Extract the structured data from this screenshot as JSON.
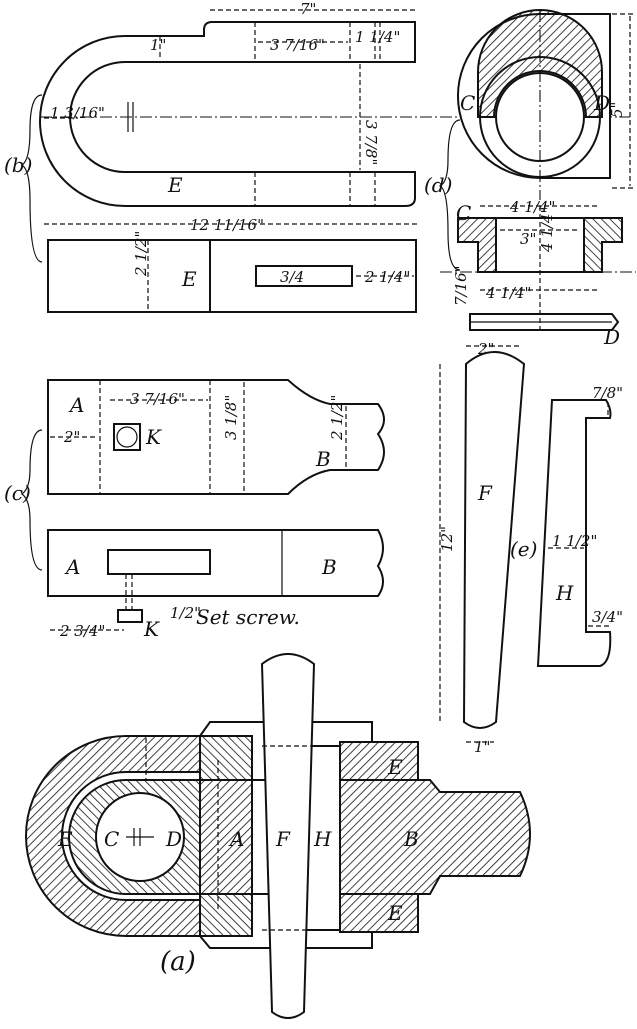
{
  "labels": {
    "view_a": "(a)",
    "view_b": "(b)",
    "view_c": "(c)",
    "view_d": "(d)",
    "view_e": "(e)",
    "A": "A",
    "B": "B",
    "C": "C",
    "D": "D",
    "E": "E",
    "F": "F",
    "H": "H",
    "K": "K",
    "set_screw": "Set screw."
  },
  "dims": {
    "strap_len_top": "7\"",
    "strap_inner": "3 7/16\"",
    "strap_end": "1 1/4\"",
    "strap_thk": "1\"",
    "strap_left": "1 3/16\"",
    "strap_gap": "3 7/8\"",
    "strap_total": "12 11/16\"",
    "strap_width": "2 1/2\"",
    "slot": "3/4",
    "slot_off": "2 1/4\"",
    "brass_h": "5\"",
    "brass_top": "4 1/4\"",
    "brass_bore": "3\"",
    "brass_side": "4 1/4\"",
    "brass_bot": "4 1/4\"",
    "brass_flange": "7/16\"",
    "rod_k": "2\"",
    "rod_len": "3 7/16\"",
    "rod_h": "3 1/8\"",
    "rod_neck": "2 1/2\"",
    "screw_off": "2 3/4\"",
    "screw_size": "1/2\"",
    "cotter_top": "2\"",
    "cotter_len": "12\"",
    "cotter_bot": "1\"",
    "gib_top": "7/8\"",
    "gib_w": "1 1/2\"",
    "gib_bot": "3/4\""
  }
}
